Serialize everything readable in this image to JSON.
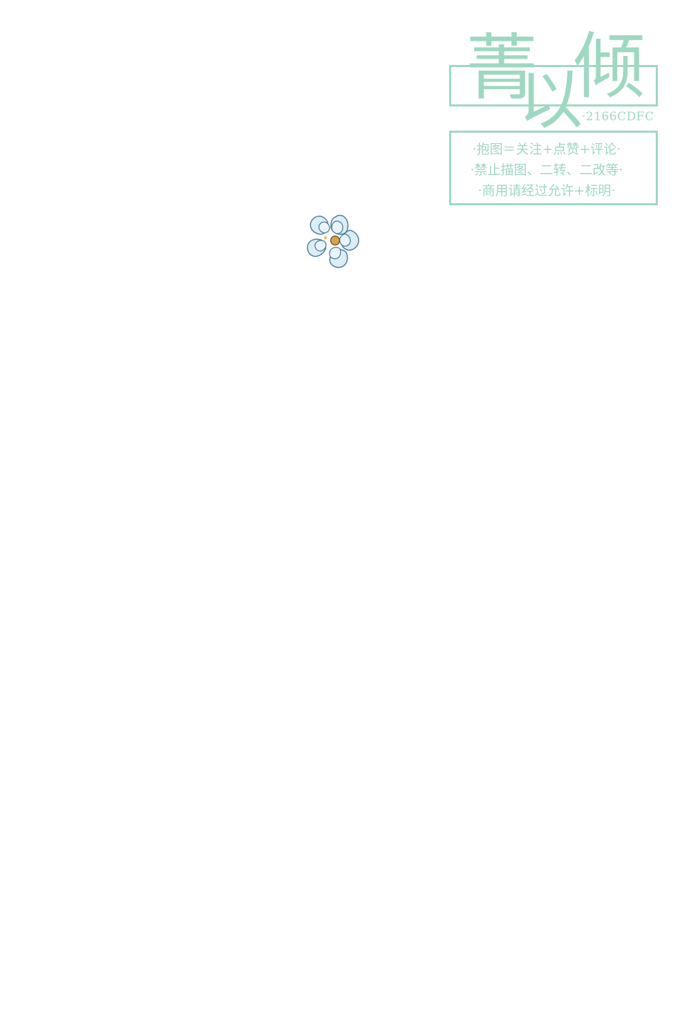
{
  "watermark": {
    "title_chars": [
      "菁",
      "以",
      "倾"
    ],
    "code": "·2166CDFC",
    "rules": [
      "·抱图＝关注+点赞+评论·",
      "·禁止描图、二转、二改等·",
      "·商用请经过允许+标明·"
    ],
    "color": "#9fd8c2"
  },
  "decoration": {
    "flower_icon": "blue-flower-icon",
    "petal_color": "#cfe8f4",
    "outline_color": "#4f7f99",
    "center_color": "#d9a24a"
  }
}
